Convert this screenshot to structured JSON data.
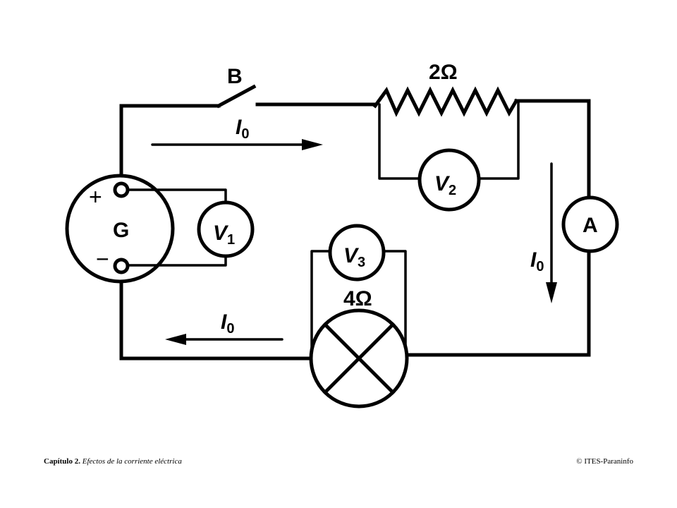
{
  "diagram": {
    "switch_label": "B",
    "generator_label": "G",
    "plus_sign": "+",
    "minus_sign": "−",
    "resistor_label": "2Ω",
    "lamp_label": "4Ω",
    "ammeter_label": "A",
    "voltmeter_letter": "V",
    "voltmeter_1_sub": "1",
    "voltmeter_2_sub": "2",
    "voltmeter_3_sub": "3",
    "current_letter": "I",
    "current_sub": "0"
  },
  "footer": {
    "chapter": "Capítulo 2.",
    "chapter_title": "Efectos de la corriente eléctrica",
    "copyright": "© ITES-Paraninfo"
  }
}
